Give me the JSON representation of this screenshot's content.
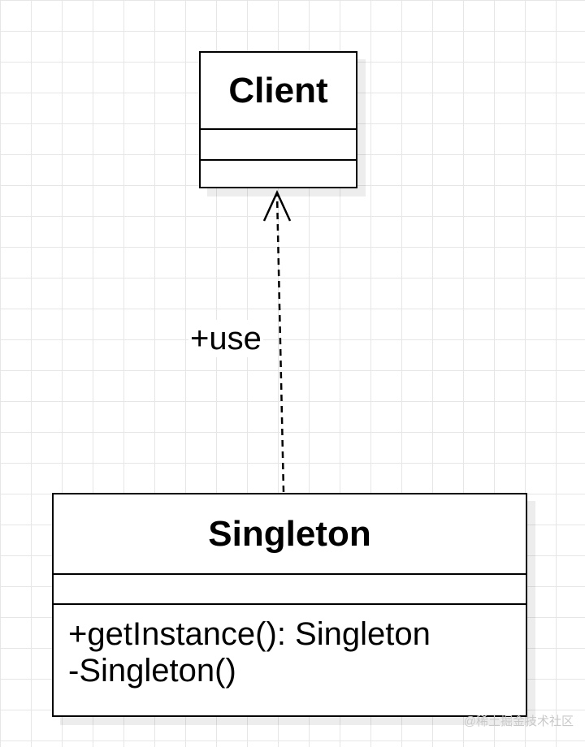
{
  "diagram": {
    "classes": [
      {
        "name": "Client",
        "attributes": [],
        "operations": []
      },
      {
        "name": "Singleton",
        "attributes": [],
        "operations": [
          "+getInstance(): Singleton",
          "-Singleton()"
        ]
      }
    ],
    "relationship": {
      "type": "dependency",
      "style": "dashed",
      "arrowhead": "open",
      "from": "Singleton",
      "to": "Client",
      "label": "+use"
    }
  },
  "watermark": "@稀土掘金技术社区",
  "colors": {
    "line": "#000000",
    "grid": "#e6e6e6",
    "background": "#ffffff"
  }
}
